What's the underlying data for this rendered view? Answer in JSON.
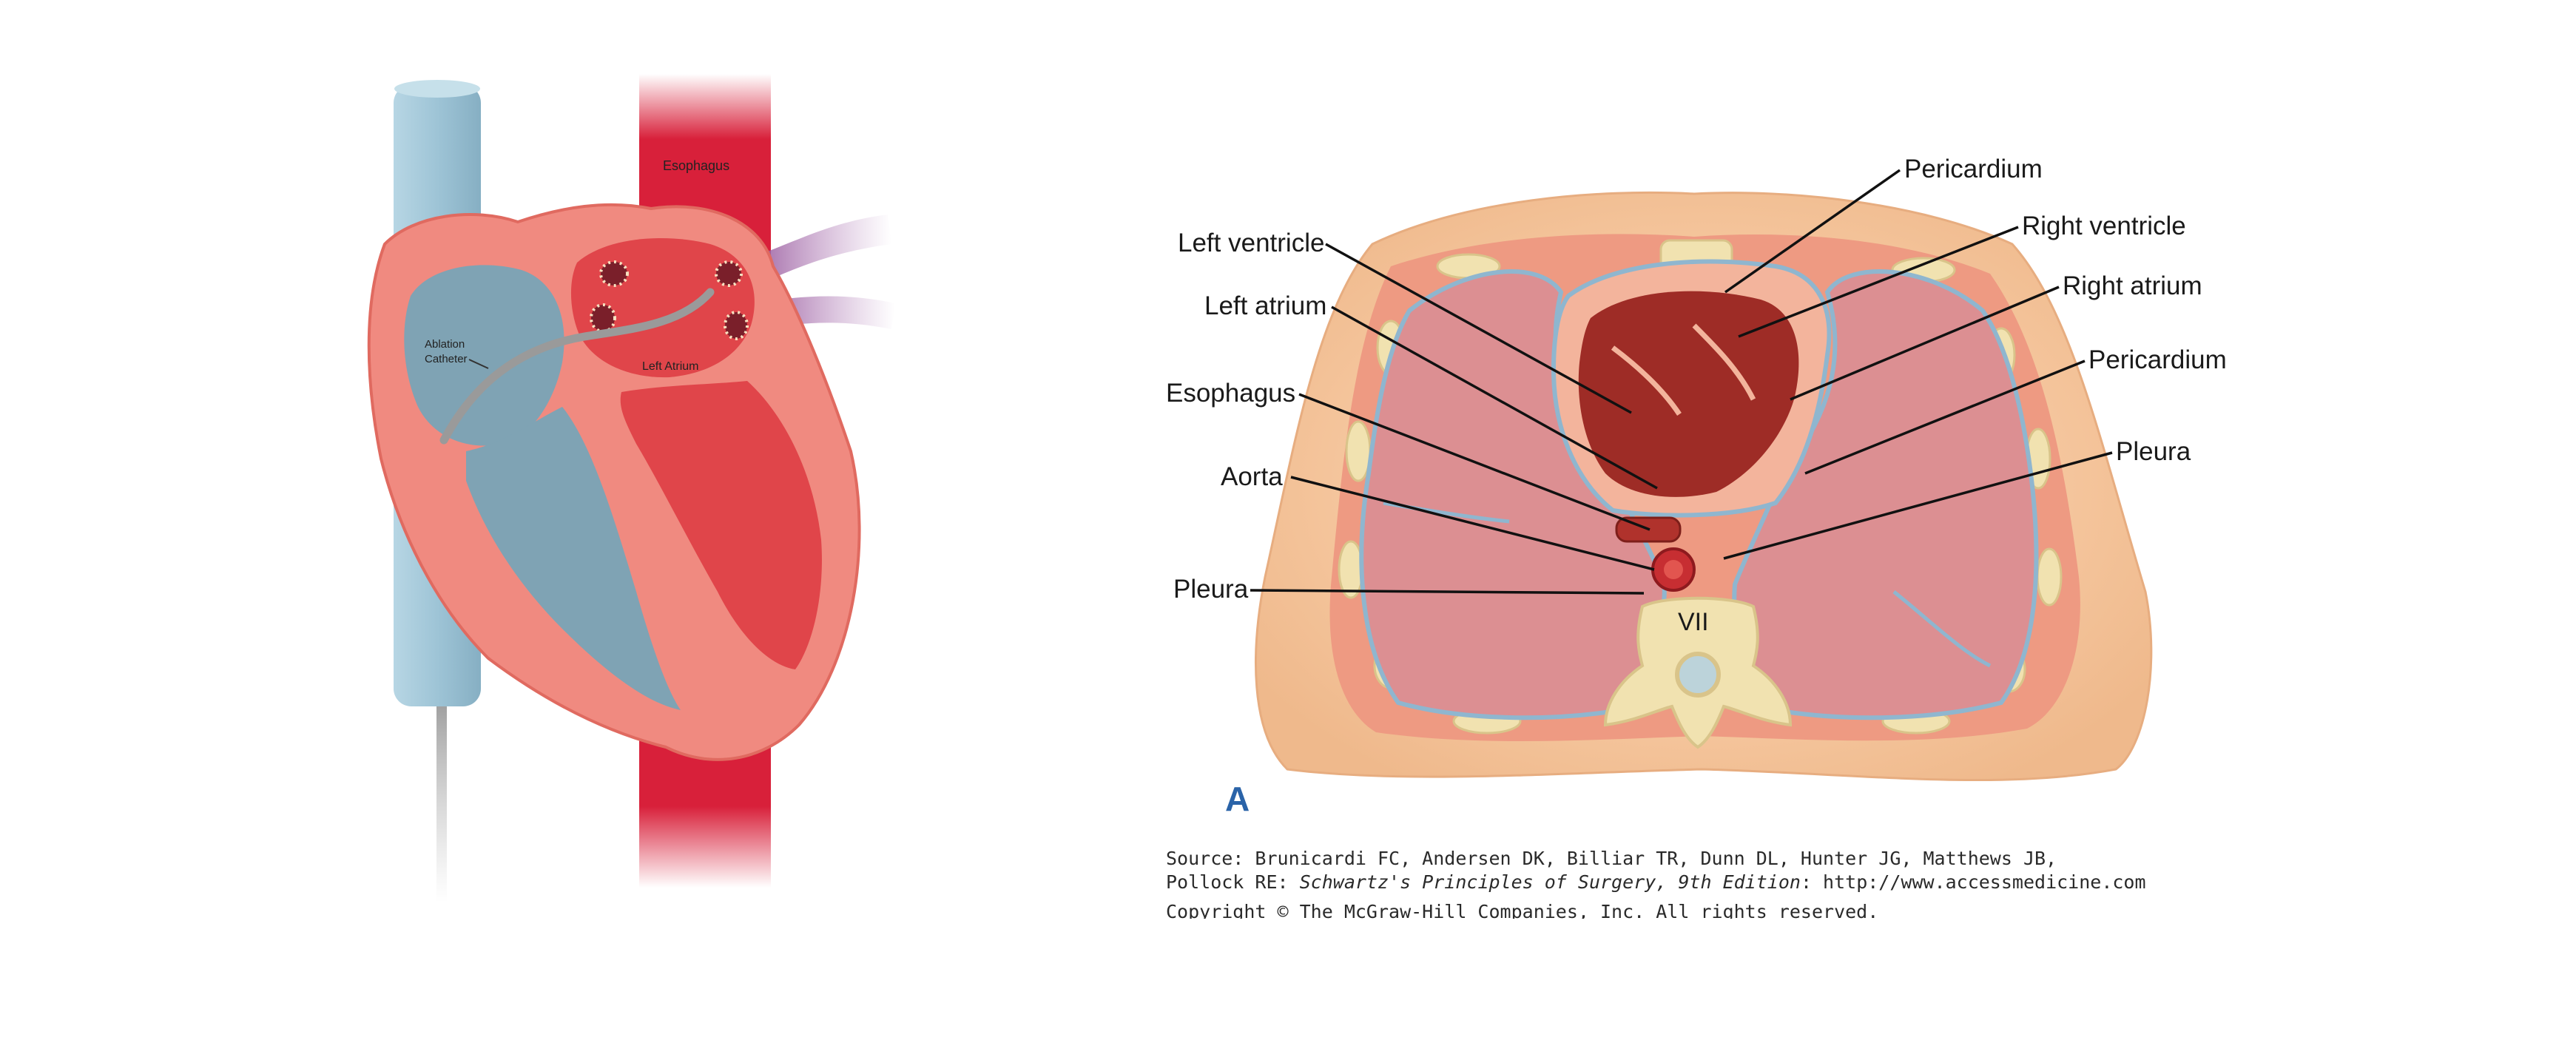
{
  "heart_panel": {
    "labels": {
      "esophagus": "Esophagus",
      "ablation_catheter_line1": "Ablation",
      "ablation_catheter_line2": "Catheter",
      "left_atrium": "Left Atrium"
    }
  },
  "cross_section": {
    "labels": {
      "pericardium_top": "Pericardium",
      "right_ventricle": "Right ventricle",
      "right_atrium": "Right atrium",
      "pericardium_right": "Pericardium",
      "pleura_right": "Pleura",
      "left_ventricle": "Left ventricle",
      "left_atrium": "Left atrium",
      "esophagus": "Esophagus",
      "aorta": "Aorta",
      "pleura_left": "Pleura",
      "vertebra": "VII"
    },
    "panel_letter": "A"
  },
  "source_caption": {
    "line1": "Source: Brunicardi FC, Andersen DK, Billiar TR, Dunn DL, Hunter JG, Matthews JB,",
    "line2_prefix": "Pollock RE: ",
    "line2_title": "Schwartz's Principles of Surgery, 9th Edition",
    "line2_suffix": ": http://www.accessmedicine.com",
    "line3": "Copyright © The McGraw-Hill Companies, Inc. All rights reserved."
  },
  "colors": {
    "esophagus": "#d8203a",
    "vena_cava": "#9ec4d6",
    "heart_wall": "#f08a80",
    "right_chambers": "#7fa3b4",
    "left_chambers": "#e0454a",
    "body_skin": "#f6c8a0",
    "lung": "#dc8f92",
    "heart_tissue": "#9e2c26",
    "bone": "#f1e2b0",
    "pleura_line": "#8fb6cf",
    "panel_letter": "#2a63a8"
  }
}
